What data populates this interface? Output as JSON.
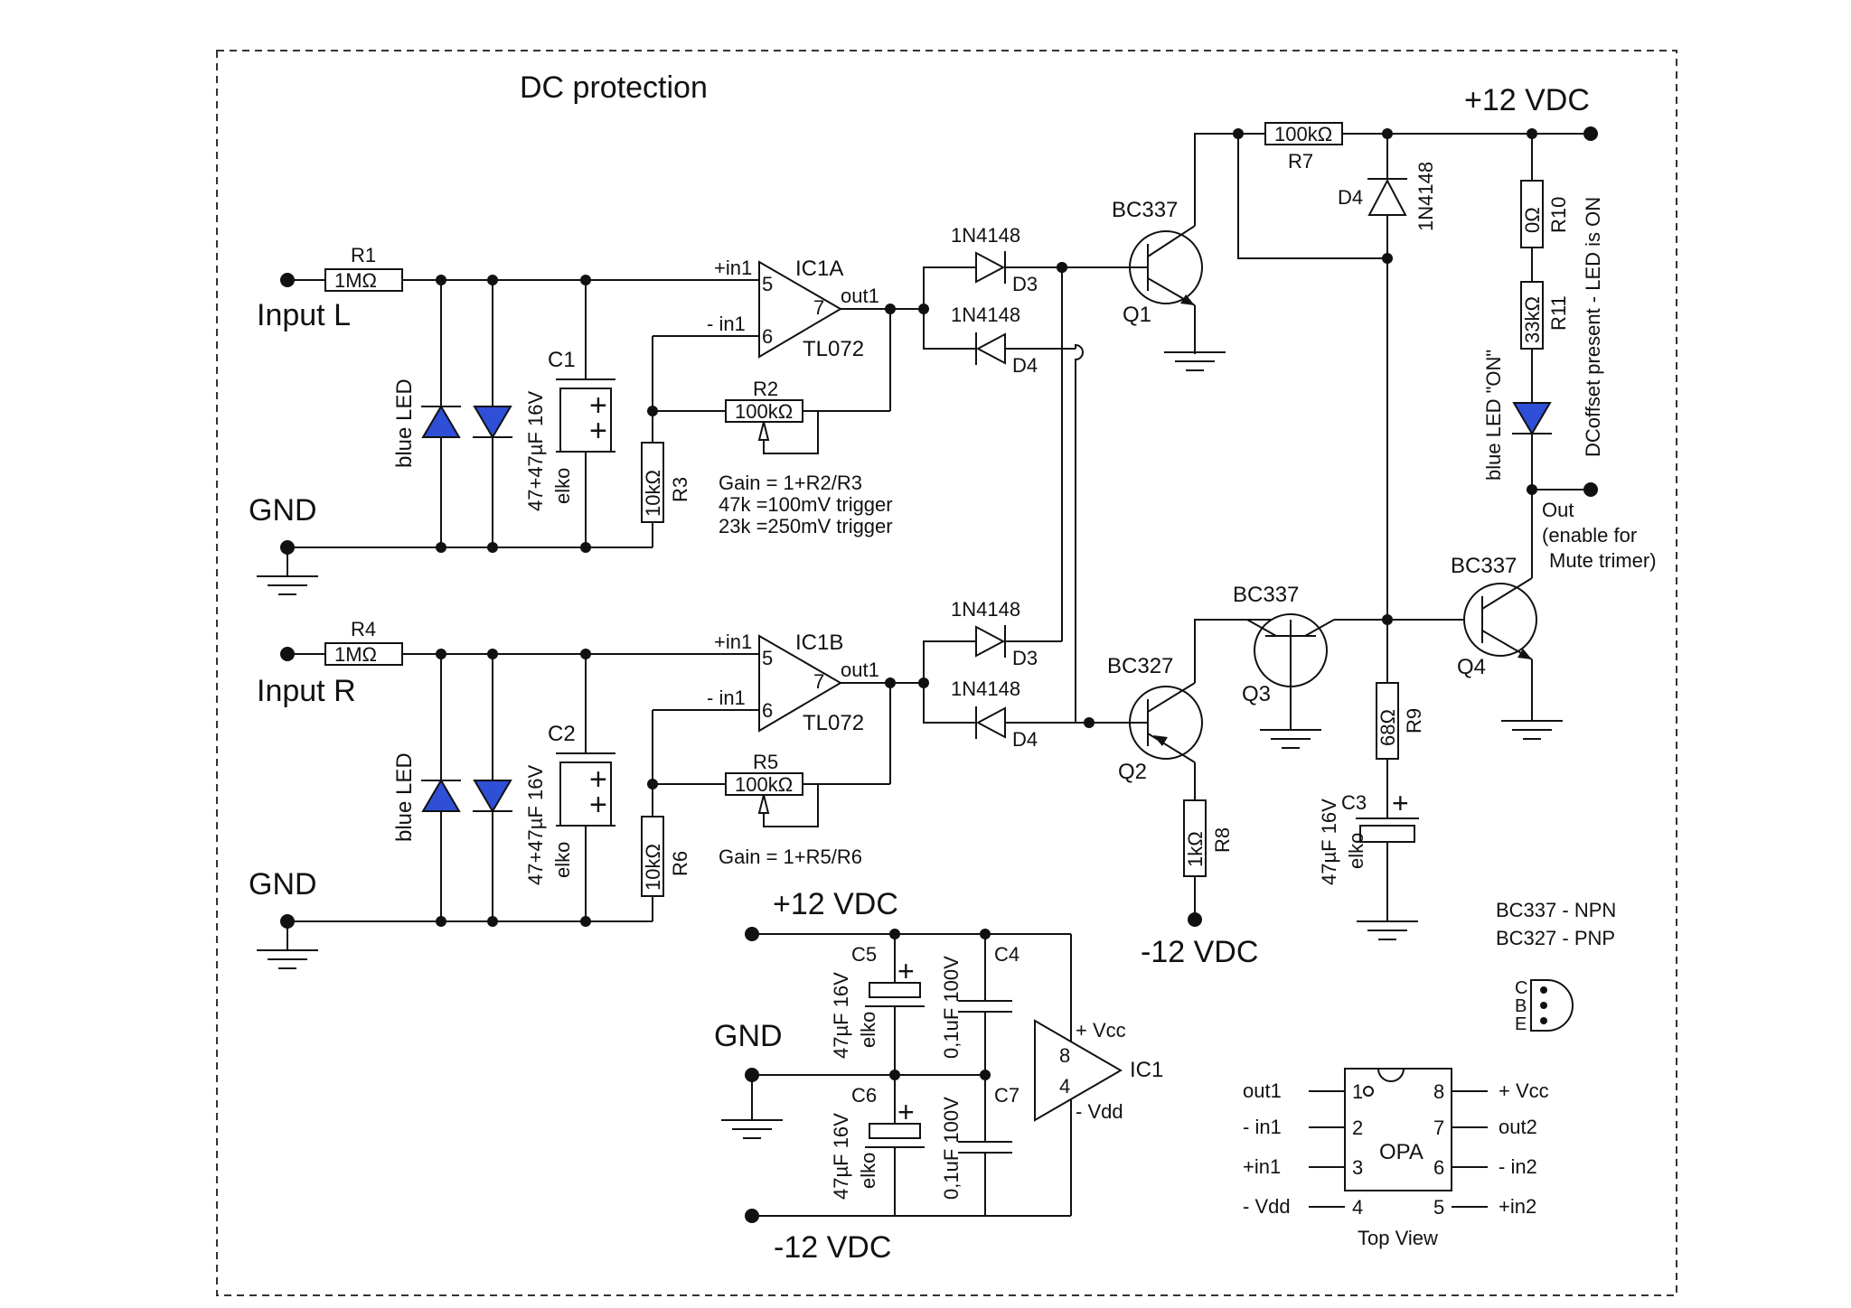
{
  "title": "DC protection",
  "supply": {
    "pos_top": "+12 VDC",
    "pos_bottom": "+12 VDC",
    "neg_q2": "-12 VDC",
    "neg_bottom": "-12 VDC",
    "gnd": "GND"
  },
  "left": {
    "input_l": "Input L",
    "input_r": "Input R",
    "gnd": "GND",
    "r1": "R1",
    "r1_val": "1MΩ",
    "r4": "R4",
    "r4_val": "1MΩ",
    "led": "blue LED",
    "c1": "C1",
    "c2": "C2",
    "cap_val": "47+47µF 16V",
    "elko": "elko",
    "r3": "R3",
    "r3_val": "10kΩ",
    "r6": "R6",
    "r6_val": "10kΩ",
    "r2": "R2",
    "r2_val": "100kΩ",
    "r5": "R5",
    "r5_val": "100kΩ",
    "gain_l": "Gain = 1+R2/R3",
    "trig1": "47k =100mV trigger",
    "trig2": "23k =250mV trigger",
    "gain_r": "Gain = 1+R5/R6"
  },
  "opamp": {
    "ic1a": "IC1A",
    "ic1b": "IC1B",
    "tl072": "TL072",
    "in_pos": "+in1",
    "in_neg": "- in1",
    "out": "out1",
    "pin5": "5",
    "pin6": "6",
    "pin7": "7"
  },
  "diodes": {
    "d1n4148": "1N4148",
    "d3": "D3",
    "d4": "D4"
  },
  "right": {
    "q1": "Q1",
    "q2": "Q2",
    "q3": "Q3",
    "q4": "Q4",
    "bc337": "BC337",
    "bc327": "BC327",
    "r7": "R7",
    "r7_val": "100kΩ",
    "d4": "D4",
    "d4_val": "1N4148",
    "r10": "R10",
    "r10_val": "0Ω",
    "r11": "R11",
    "r11_val": "33kΩ",
    "led_on": "blue LED \"ON\"",
    "dc_note": "DCoffset present - LED is ON",
    "out": "Out",
    "out_note1": "(enable for",
    "out_note2": "Mute trimer)",
    "r8": "R8",
    "r8_val": "1kΩ",
    "r9": "R9",
    "r9_val": "68Ω",
    "c3": "C3",
    "c3_val": "47µF 16V",
    "elko": "elko",
    "npn": "BC337 - NPN",
    "pnp": "BC327 - PNP",
    "pin_c": "C",
    "pin_b": "B",
    "pin_e": "E"
  },
  "supply_section": {
    "c5": "C5",
    "c6": "C6",
    "c4": "C4",
    "c7": "C7",
    "elko_val": "47µF 16V",
    "elko": "elko",
    "film_val": "0,1uF 100V",
    "vcc": "+ Vcc",
    "vdd": "- Vdd",
    "ic1": "IC1",
    "pin8": "8",
    "pin4": "4"
  },
  "pinout": {
    "name": "OPA",
    "top_view": "Top View",
    "left_labels": [
      "out1",
      "- in1",
      "+in1",
      "- Vdd"
    ],
    "left_nums": [
      "1",
      "2",
      "3",
      "4"
    ],
    "right_nums": [
      "8",
      "7",
      "6",
      "5"
    ],
    "right_labels": [
      "+ Vcc",
      "out2",
      "- in2",
      "+in2"
    ]
  }
}
